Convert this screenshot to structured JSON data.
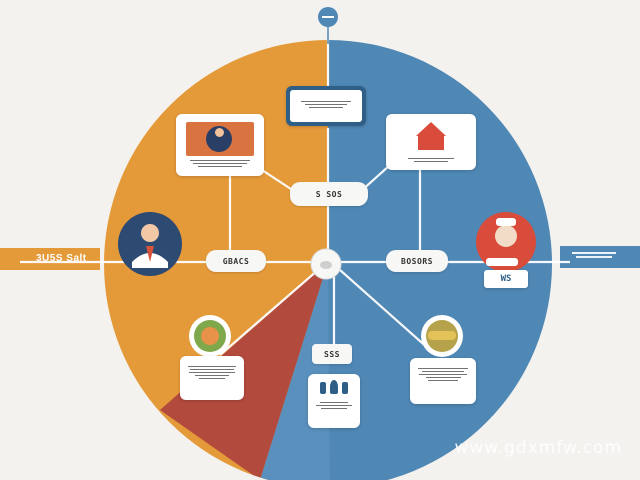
{
  "colors": {
    "background": "#f4f2ee",
    "left_half": "#e59a3a",
    "right_half": "#4f87b5",
    "red_wedge": "#b34a3e",
    "connector": "#ffffff",
    "top_badge": "#4f87b5",
    "panel_border": "#2f5f86"
  },
  "labels": {
    "left_side": "3U5S Salt",
    "center_left": "GBACS",
    "center_right": "BOSORS",
    "upper_node": "S SOS",
    "lower_center": "SSS",
    "right_side_icon": "WS",
    "watermark": "www.gdxmfw.com"
  },
  "icons": {
    "top_badge": "circle-badge-icon",
    "hub": "eye-hub-icon",
    "person_left": "person-avatar-icon",
    "person_right": "chef-avatar-icon",
    "food_left": "food-bowl-icon",
    "food_right": "plate-icon",
    "pictogram_bottom": "pictogram-icon"
  }
}
